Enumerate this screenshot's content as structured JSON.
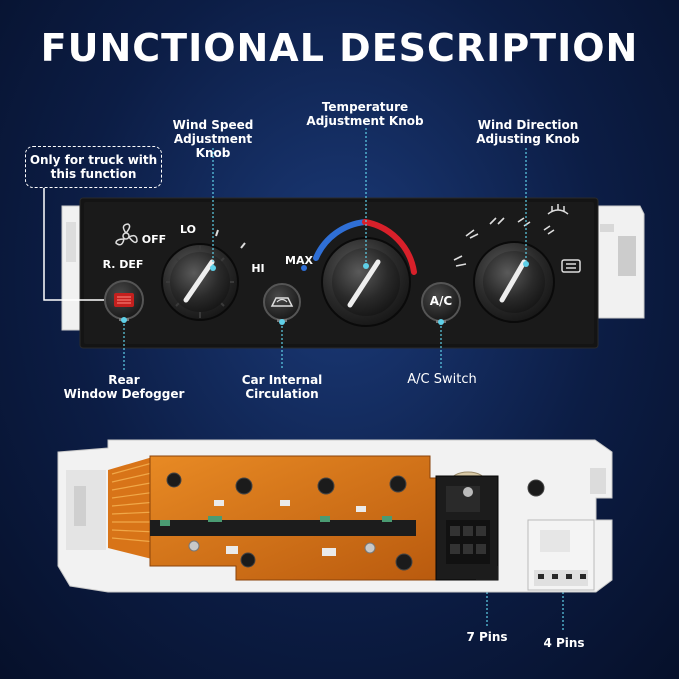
{
  "title": "FUNCTIONAL DESCRIPTION",
  "callout": "Only for truck with this function",
  "labels": {
    "wind_speed": [
      "Wind Speed",
      "Adjustment Knob"
    ],
    "temperature": [
      "Temperature",
      "Adjustment Knob"
    ],
    "wind_direction": [
      "Wind Direction",
      "Adjusting Knob"
    ],
    "rear_defogger": [
      "Rear",
      "Window Defogger"
    ],
    "circulation": [
      "Car Internal",
      "Circulation"
    ],
    "ac_switch": "A/C Switch",
    "pins7": "7 Pins",
    "pins4": "4 Pins"
  },
  "panel": {
    "off": "OFF",
    "lo": "LO",
    "hi": "HI",
    "rdef": "R. DEF",
    "max": "MAX",
    "ac": "A/C"
  },
  "colors": {
    "accent": "#5fd0e8",
    "cold": "#2f6fd6",
    "hot": "#d8202a",
    "pcb": "#d9731a"
  }
}
